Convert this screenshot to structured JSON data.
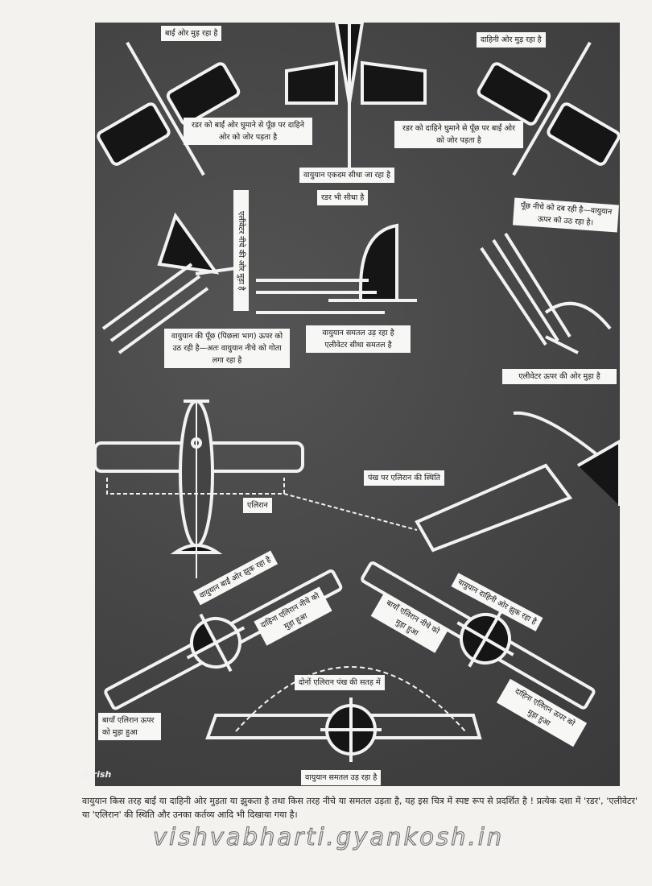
{
  "diagram": {
    "labels": {
      "turning_left": "बाईं ओर मुड़ रहा है",
      "turning_right": "दाहिनी ओर मुड़ रहा है",
      "rudder_left": "रडर को बाईं ओर घुमाने से पूँछ पर दाहिने ओर को जोर पड़ता है",
      "rudder_right": "रडर को दाहिने घुमाने से पूँछ पर बाईं ओर को जोर पड़ता है",
      "straight": "वायुयान एकदम सीधा जा रहा है",
      "rudder_straight": "रडर भी सीधा है",
      "elevator_down": "एलीवेटर नीचे की ओर मुड़ा है",
      "tail_down": "पूँछ नीचे को दब रही है—वायुयान ऊपर को उठ रहा है।",
      "tail_up_dive": "वायुयान की पूँछ (पिछला भाग) ऊपर को उठ रही है—अतः वायुयान नीचे को गोता लगा रहा है",
      "level_flight": "वायुयान समतल उड़ रहा है",
      "elevator_level": "एलीवेटर सीधा समतल है",
      "elevator_up": "एलीवेटर ऊपर की ओर मुड़ा है",
      "aileron_position": "पंख पर एलिरान की स्थिति",
      "aileron": "एलिरान",
      "banking_left": "वायुयान बाईं ओर झुक रहा है",
      "right_aileron_down": "दाहिना एलिरान नीचे को मुड़ा हुआ",
      "left_aileron_down": "बायाँ एलिरान नीचे को मुड़ा हुआ",
      "banking_right": "वायुयान दाहिनी ओर झुक रहा है",
      "both_ailerons_flush": "दोनों एलिरान पंख की सतह में",
      "left_aileron_up": "बायाँ एलिरान ऊपर को मुड़ा हुआ",
      "right_aileron_up": "दाहिना एलिरान ऊपर को मुड़ा हुआ",
      "level_flight_bottom": "वायुयान समतल उड़ रहा है"
    },
    "signature": "Girish"
  },
  "caption": "वायुयान किस तरह बाईं या दाहिनी ओर मुड़ता या झुकता है तथा किस तरह नीचे या समतल उड़ता है, यह इस चित्र में स्पष्ट रूप से प्रदर्शित है ! प्रत्येक दशा में 'रडर', 'एलीवेटर' या 'एलिरान' की स्थिति और उनका कर्तव्य आदि भी दिखाया गया है।",
  "watermark": "vishvabharti.gyankosh.in"
}
